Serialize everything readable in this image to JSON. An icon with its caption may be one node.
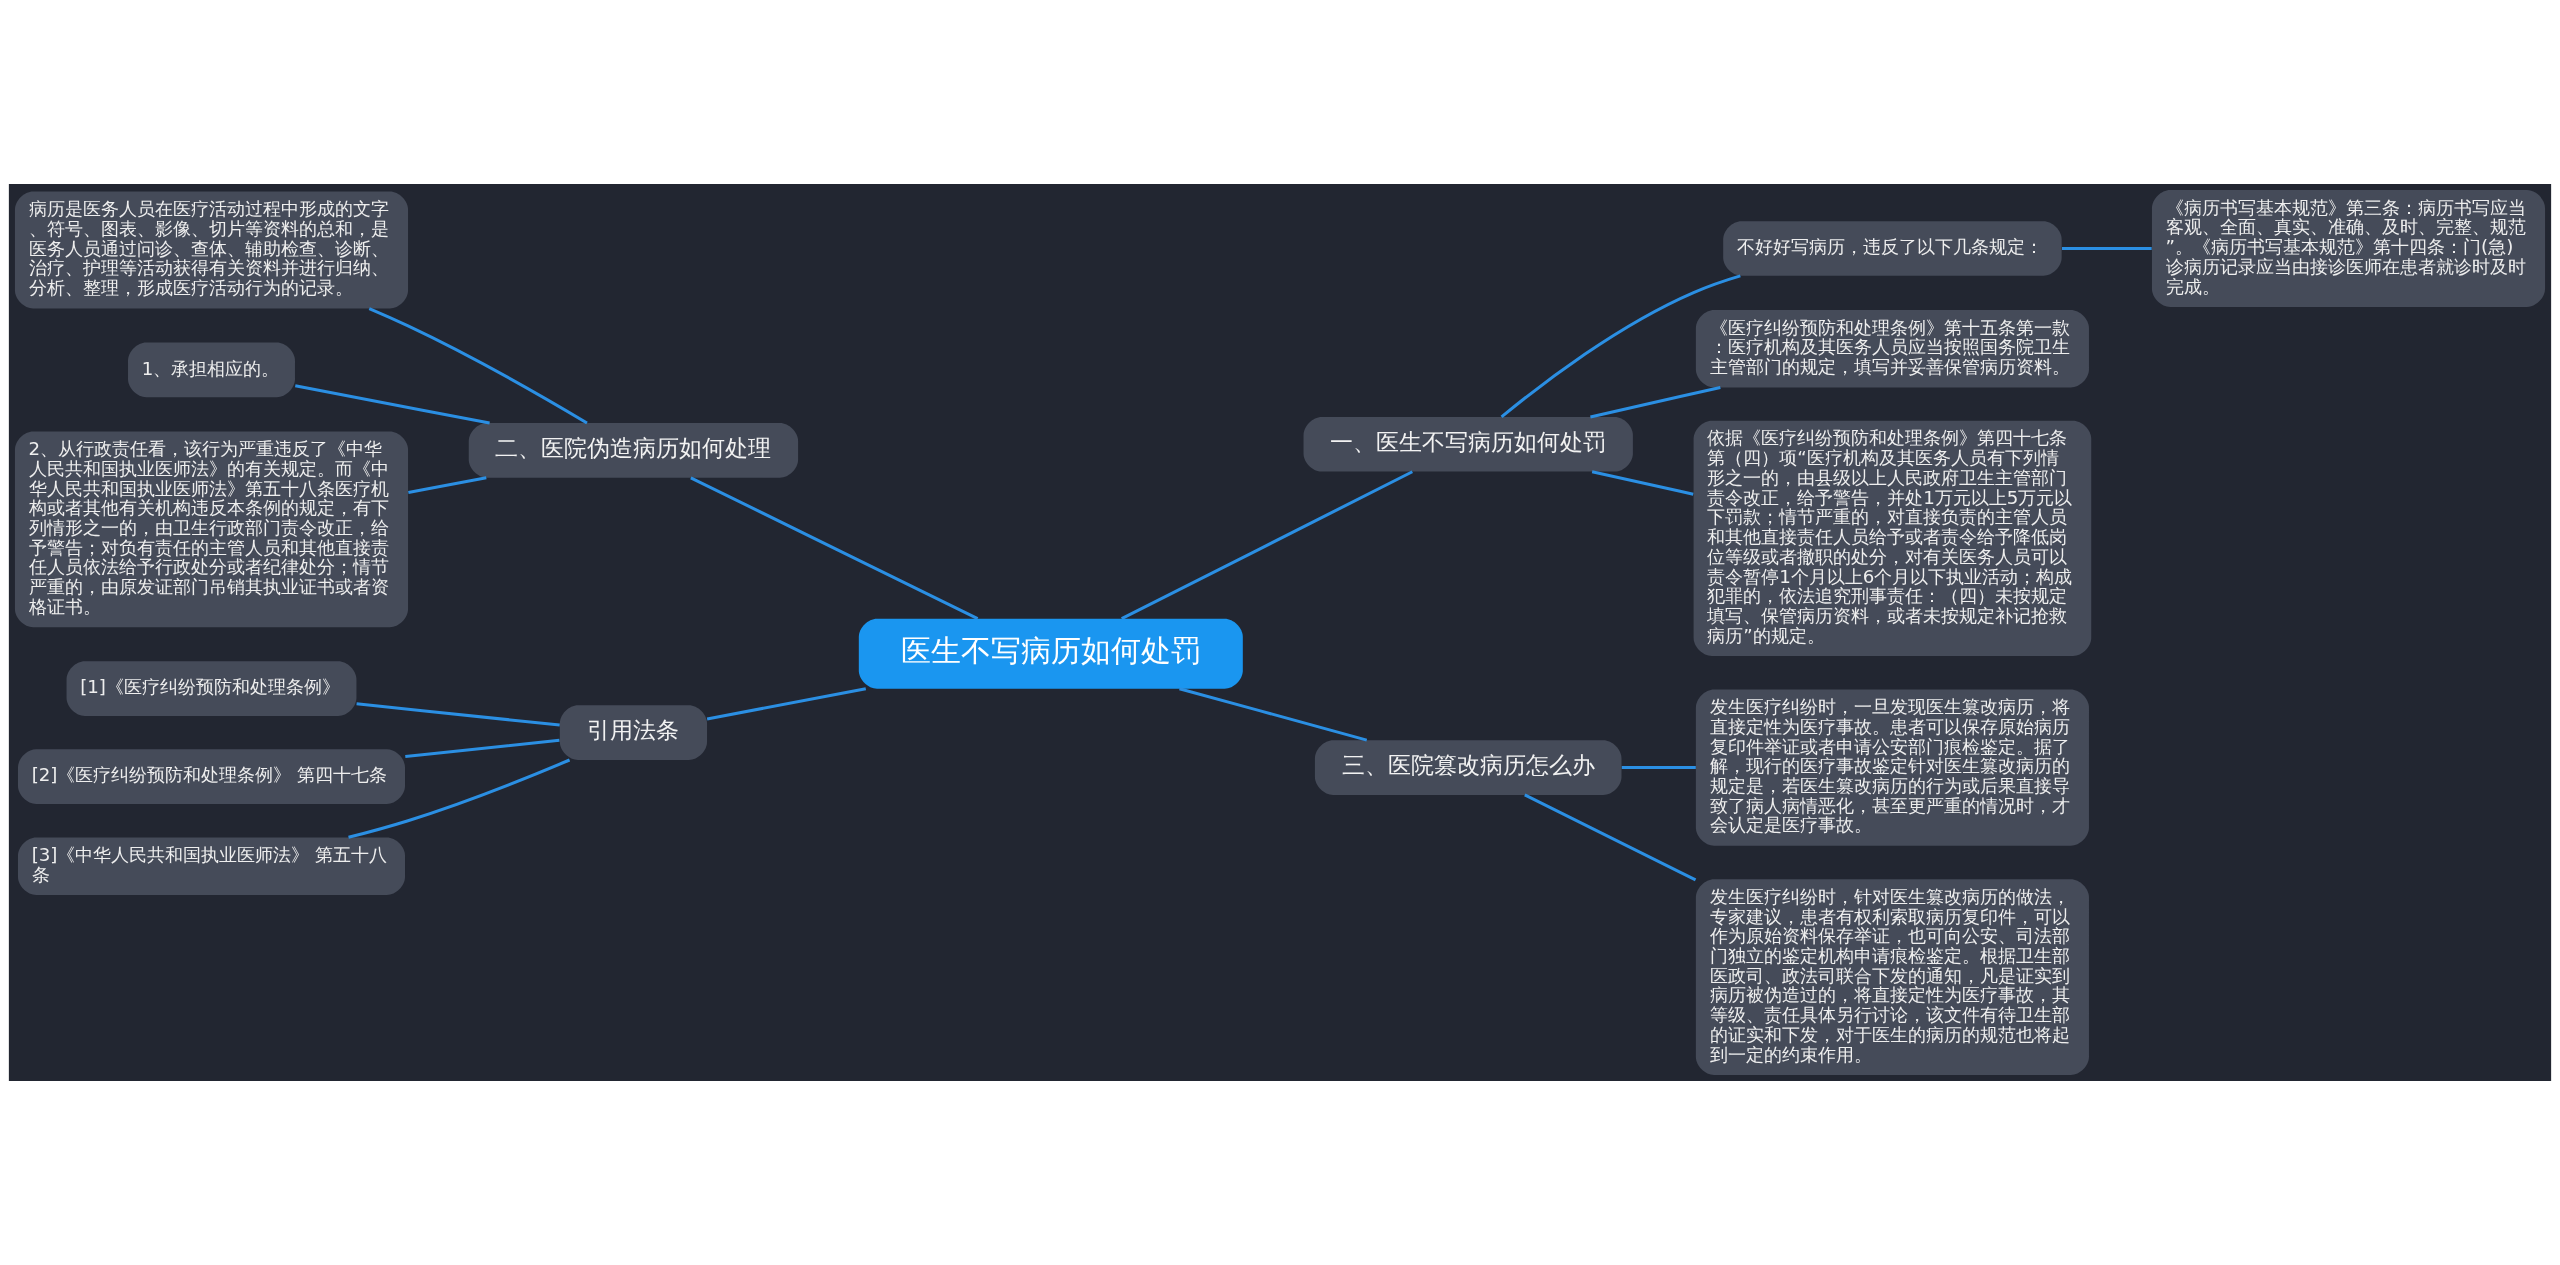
{
  "diagram": {
    "nodes": [
      {
        "text": [
          "医生不写病历如何处罚"
        ]
      },
      {
        "text": [
          "一、医生不写病历如何处罚"
        ]
      },
      {
        "text": [
          "不好好写病历，违反了以下几条规定："
        ]
      },
      {
        "text": [
          "《病历书写基本规范》第三条：病历书写应当客观、全面、真实、准确、及时、完整、规范”。《病历书写基本规范》第十四条：门(急)诊病历记录应当由接诊医师在患者就诊时及时完成。"
        ]
      },
      {
        "text": [
          "《医疗纠纷预防和处理条例》第十五条第一款：医疗机构及其医务人员应当按照国务院卫生主管部门的规定，填写并妥善保管病历资料。"
        ]
      },
      {
        "text": [
          "依据《医疗纠纷预防和处理条例》第四十七条第（四）项“医疗机构及其医务人员有下列情形之一的，由县级以上人民政府卫生主管部门责令改正，给予警告，并处1万元以上5万元以下罚款；情节严重的，对直接负责的主管人员和其他直接责任人员给予或者责令给予降低岗位等级或者撤职的处分，对有关医务人员可以责令暂停1个月以上6个月以下执业活动；构成犯罪的，依法追究刑事责任：（四）未按规定填写、保管病历资料，或者未按规定补记抢救病历”的规定。"
        ]
      },
      {
        "text": [
          "三、医院篡改病历怎么办"
        ]
      },
      {
        "text": [
          "发生医疗纠纷时，一旦发现医生篡改病历，将直接定性为医疗事故。患者可以保存原始病历复印件举证或者申请公安部门痕检鉴定。据了解，现行的医疗事故鉴定针对医生篡改病历的规定是，若医生篡改病历的行为或后果直接导致了病人病情恶化，甚至更严重的情况时，才会认定是医疗事故。"
        ]
      },
      {
        "text": [
          "发生医疗纠纷时，针对医生篡改病历的做法，专家建议，患者有权利索取病历复印件，可以作为原始资料保存举证，也可向公安、司法部门独立的鉴定机构申请痕检鉴定。根据卫生部医政司、政法司联合下发的通知，凡是证实到病历被伪造过的，将直接定性为医疗事故，其等级、责任具体另行讨论，该文件有待卫生部的证实和下发，对于医生的病历的规范也将起到一定的约束作用。"
        ]
      },
      {
        "text": [
          "二、医院伪造病历如何处理"
        ]
      },
      {
        "text": [
          "病历是医务人员在医疗活动过程中形成的文字、符号、图表、影像、切片等资料的总和，是医务人员通过问诊、查体、辅助检查、诊断、治疗、护理等活动获得有关资料并进行归纳、分析、整理，形成医疗活动行为的记录。"
        ]
      },
      {
        "text": [
          "1、承担相应的。"
        ]
      },
      {
        "text": [
          "2、从行政责任看，该行为严重违反了《中华人民共和国执业医师法》的有关规定。而《中华人民共和国执业医师法》第五十八条医疗机构或者其他有关机构违反本条例的规定，有下列情形之一的，由卫生行政部门责令改正，给予警告；对负有责任的主管人员和其他直接责任人员依法给予行政处分或者纪律处分；情节严重的，由原发证部门吊销其执业证书或者资格证书。"
        ]
      },
      {
        "text": [
          "引用法条"
        ]
      },
      {
        "text": [
          "[1]《医疗纠纷预防和处理条例》"
        ]
      },
      {
        "text": [
          "[2]《医疗纠纷预防和处理条例》 第四十七条"
        ]
      },
      {
        "text": [
          "[3]《中华人民共和国执业医师法》 第五十八条"
        ]
      }
    ],
    "edges": [
      {
        "from": 0,
        "to": 1,
        "arrow": "none"
      },
      {
        "from": 1,
        "to": 2,
        "arrow": "none"
      },
      {
        "from": 2,
        "to": 3,
        "arrow": "none"
      },
      {
        "from": 1,
        "to": 4,
        "arrow": "none"
      },
      {
        "from": 1,
        "to": 5,
        "arrow": "none"
      },
      {
        "from": 0,
        "to": 6,
        "arrow": "none"
      },
      {
        "from": 6,
        "to": 7,
        "arrow": "none"
      },
      {
        "from": 6,
        "to": 8,
        "arrow": "none"
      },
      {
        "from": 0,
        "to": 9,
        "arrow": "none"
      },
      {
        "from": 9,
        "to": 10,
        "arrow": "none"
      },
      {
        "from": 9,
        "to": 11,
        "arrow": "none"
      },
      {
        "from": 9,
        "to": 12,
        "arrow": "none"
      },
      {
        "from": 0,
        "to": 13,
        "arrow": "none"
      },
      {
        "from": 13,
        "to": 14,
        "arrow": "none"
      },
      {
        "from": 13,
        "to": 15,
        "arrow": "none"
      },
      {
        "from": 13,
        "to": 16,
        "arrow": "none"
      }
    ]
  }
}
